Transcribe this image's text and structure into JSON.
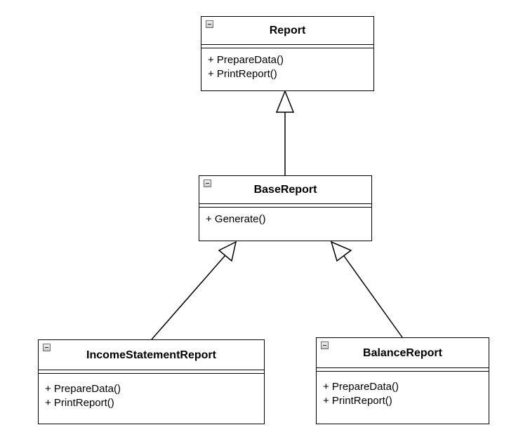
{
  "diagram": {
    "type": "uml-class-diagram",
    "relationship": "generalization",
    "classes": [
      {
        "id": "report",
        "name": "Report",
        "attributes": [],
        "operations": [
          "+ PrepareData()",
          "+ PrintReport()"
        ]
      },
      {
        "id": "base_report",
        "name": "BaseReport",
        "attributes": [],
        "operations": [
          "+ Generate()"
        ]
      },
      {
        "id": "income_statement_report",
        "name": "IncomeStatementReport",
        "attributes": [],
        "operations": [
          "+ PrepareData()",
          "+ PrintReport()"
        ]
      },
      {
        "id": "balance_report",
        "name": "BalanceReport",
        "attributes": [],
        "operations": [
          "+ PrepareData()",
          "+ PrintReport()"
        ]
      }
    ],
    "inheritance": [
      {
        "child": "base_report",
        "parent": "report"
      },
      {
        "child": "income_statement_report",
        "parent": "base_report"
      },
      {
        "child": "balance_report",
        "parent": "base_report"
      }
    ]
  }
}
